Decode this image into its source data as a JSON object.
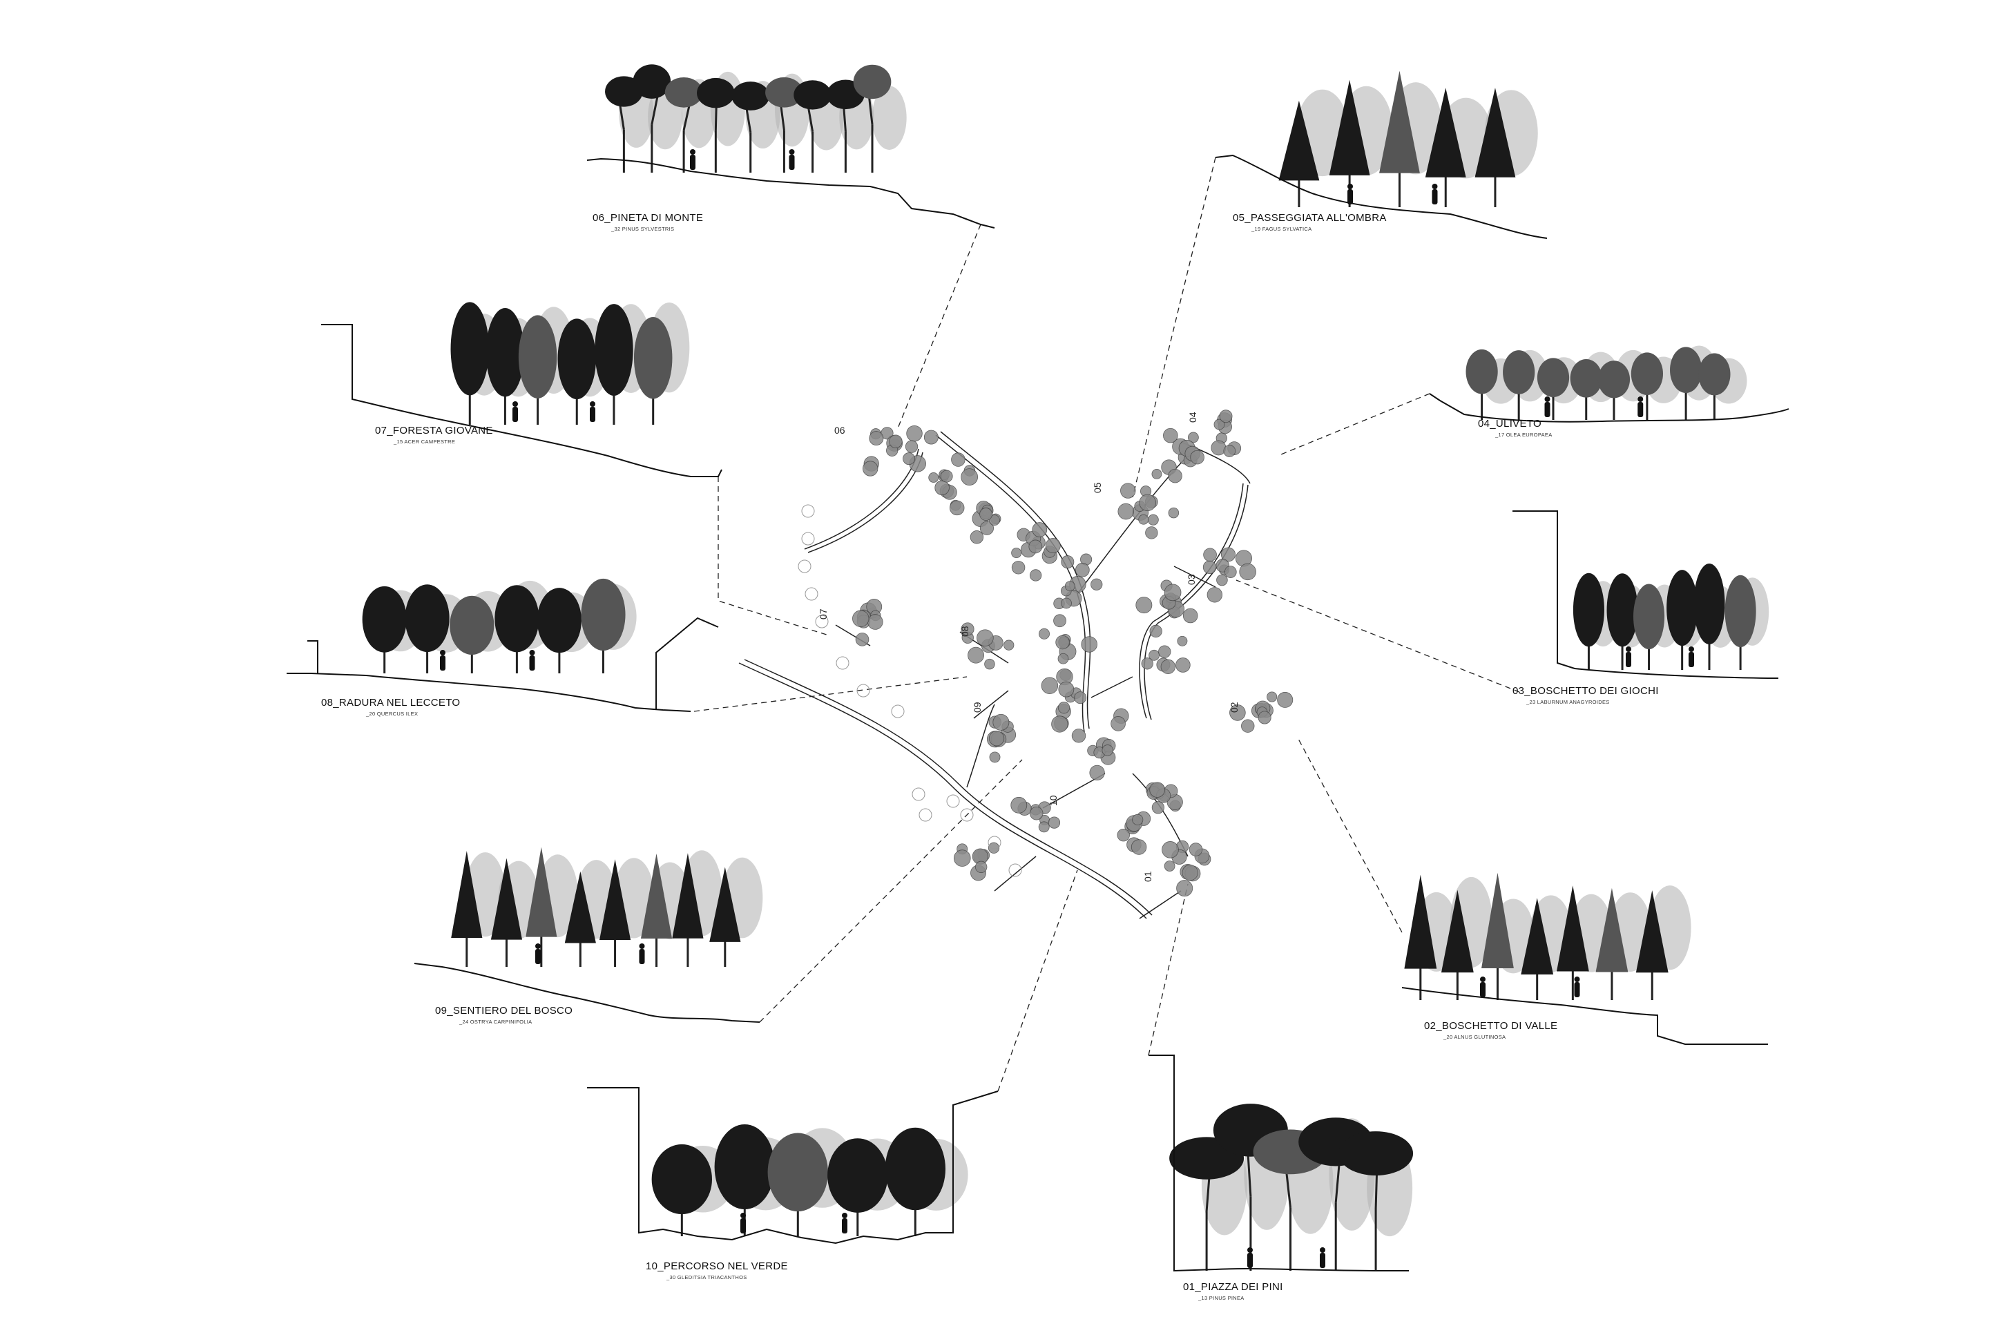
{
  "zones": [
    {
      "id": "01",
      "title": "01_PIAZZA DEI PINI",
      "species": "_13 PINUS PINEA"
    },
    {
      "id": "02",
      "title": "02_BOSCHETTO DI VALLE",
      "species": "_20 ALNUS GLUTINOSA"
    },
    {
      "id": "03",
      "title": "03_BOSCHETTO DEI GIOCHI",
      "species": "_23 LABURNUM ANAGYROIDES"
    },
    {
      "id": "04",
      "title": "04_ULIVETO",
      "species": "_17 OLEA EUROPAEA"
    },
    {
      "id": "05",
      "title": "05_PASSEGGIATA ALL'OMBRA",
      "species": "_19 FAGUS SYLVATICA"
    },
    {
      "id": "06",
      "title": "06_PINETA DI MONTE",
      "species": "_32 PINUS SYLVESTRIS"
    },
    {
      "id": "07",
      "title": "07_FORESTA GIOVANE",
      "species": "_15 ACER CAMPESTRE"
    },
    {
      "id": "08",
      "title": "08_RADURA NEL LECCETO",
      "species": "_20 QUERCUS ILEX"
    },
    {
      "id": "09",
      "title": "09_SENTIERO DEL BOSCO",
      "species": "_24 OSTRYA CARPINIFOLIA"
    },
    {
      "id": "10",
      "title": "10_PERCORSO NEL VERDE",
      "species": "_30 GLEDITSIA TRIACANTHOS"
    }
  ],
  "plan_tags": [
    "01",
    "02",
    "03",
    "04",
    "05",
    "06",
    "07",
    "08",
    "09",
    "10"
  ],
  "colors": {
    "ink": "#111111",
    "tree_dark": "#1a1a1a",
    "tree_mid": "#555555",
    "tree_light": "#b5b5b5",
    "plan_tree": "#8a8a8a"
  },
  "icons": [
    "tree-silhouette-icon",
    "person-icon",
    "car-icon",
    "dog-icon"
  ]
}
